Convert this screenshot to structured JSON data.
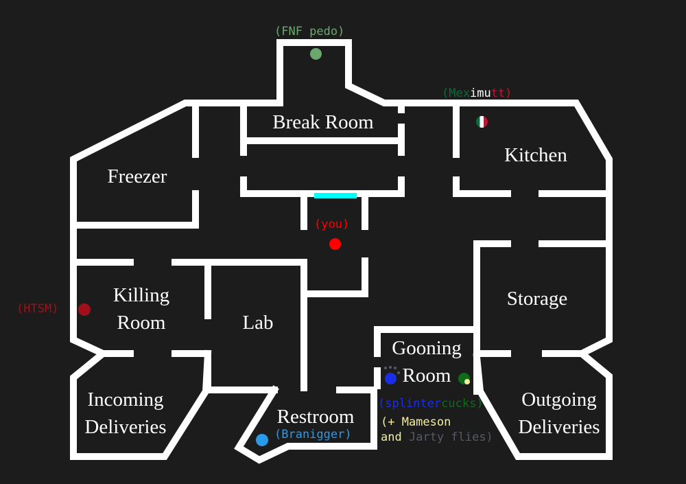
{
  "rooms": {
    "break_room": "Break Room",
    "freezer": "Freezer",
    "kitchen": "Kitchen",
    "killing_room_1": "Killing",
    "killing_room_2": "Room",
    "lab": "Lab",
    "storage": "Storage",
    "gooning_room_1": "Gooning",
    "gooning_room_2": "Room",
    "incoming_1": "Incoming",
    "incoming_2": "Deliveries",
    "restroom": "Restroom",
    "outgoing_1": "Outgoing",
    "outgoing_2": "Deliveries"
  },
  "markers": {
    "fnf": {
      "label": "(FNF pedo)",
      "color": "#6aa86e"
    },
    "meximutt": {
      "open": "(",
      "part1": "Mex",
      "part2": "imu",
      "part3": "tt",
      "close": ")",
      "colors": [
        "#0b6b3a",
        "#ffffff",
        "#c8102e"
      ]
    },
    "you": {
      "label": "(you)",
      "color": "#ff0000"
    },
    "htsm": {
      "label": "(HTSM)",
      "color": "#a0101a"
    },
    "branigger": {
      "label": "(Branigger)",
      "color": "#2a9be8"
    },
    "splinter": {
      "open": "(",
      "part1": "splinter",
      "part2": "cucks",
      "close": ")",
      "colors": [
        "#1a2ee8",
        "#0e6b1a"
      ]
    },
    "mameson": {
      "line1": "(+ Mameson",
      "and": "and",
      "jarty": "Jarty flies)",
      "colors": [
        "#f5f0a0",
        "#555a66"
      ]
    }
  },
  "colors": {
    "wall": "#ffffff",
    "door": "#00ffff",
    "background": "#1c1c1c"
  }
}
